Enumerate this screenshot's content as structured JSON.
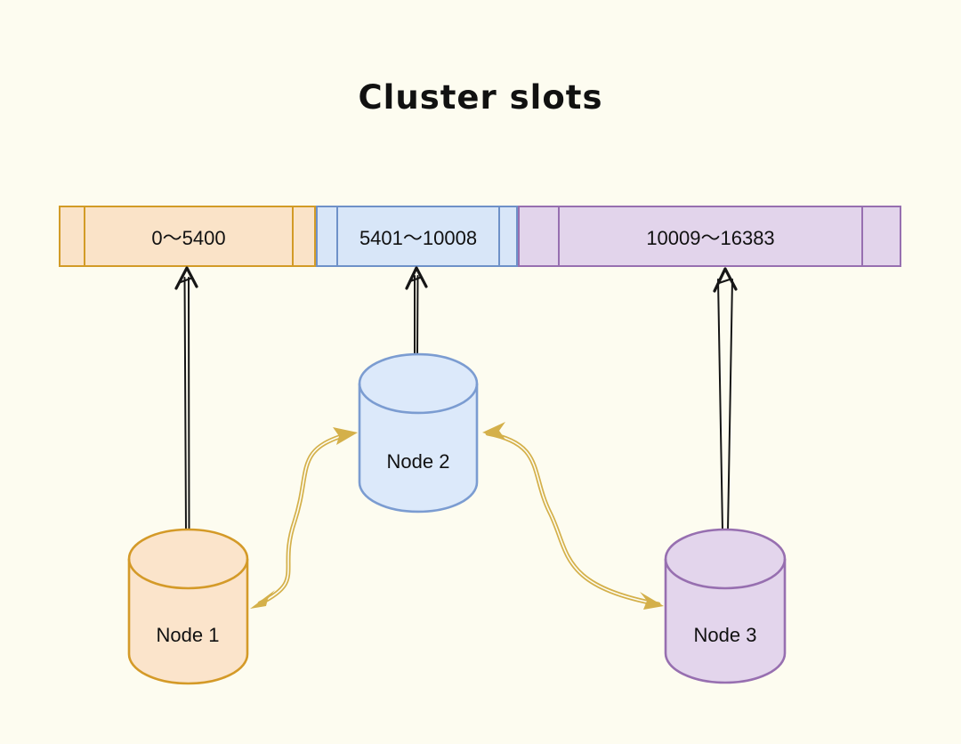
{
  "title": "Cluster slots",
  "slot_bar": {
    "segments": [
      {
        "label": "0～5400",
        "color_name": "orange",
        "fill": "#fae3c8",
        "border": "#d29b27"
      },
      {
        "label": "5401～10008",
        "color_name": "blue",
        "fill": "#d8e6f8",
        "border": "#6e91c8"
      },
      {
        "label": "10009～16383",
        "color_name": "purple",
        "fill": "#e2d4eb",
        "border": "#976fb0"
      }
    ]
  },
  "nodes": [
    {
      "label": "Node 1",
      "color_name": "orange",
      "fill": "#fbe4cb",
      "border": "#d49a28"
    },
    {
      "label": "Node 2",
      "color_name": "blue",
      "fill": "#dce9fa",
      "border": "#7b9cd1"
    },
    {
      "label": "Node 3",
      "color_name": "purple",
      "fill": "#e3d5ec",
      "border": "#976fb0"
    }
  ],
  "connections": [
    {
      "from": "node-1",
      "to": "slot-segment-1",
      "style": "black-sketch-arrow"
    },
    {
      "from": "node-2",
      "to": "slot-segment-2",
      "style": "black-sketch-arrow"
    },
    {
      "from": "node-3",
      "to": "slot-segment-3",
      "style": "black-sketch-arrow"
    },
    {
      "between": [
        "node-1",
        "node-2"
      ],
      "style": "gold-double-headed-curve"
    },
    {
      "between": [
        "node-2",
        "node-3"
      ],
      "style": "gold-double-headed-curve"
    }
  ],
  "colors": {
    "background": "#fdfcf0",
    "gold_arrow": "#d4b04a",
    "black_arrow": "#161616"
  }
}
